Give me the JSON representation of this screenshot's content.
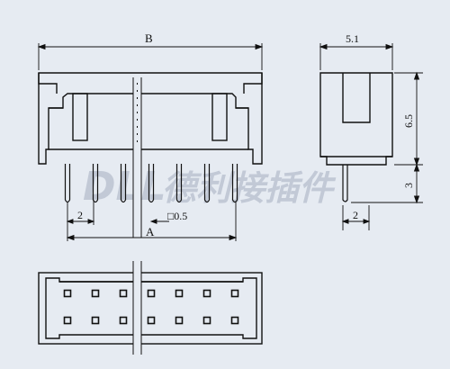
{
  "dimensions": {
    "B": "B",
    "A": "A",
    "width": "5.1",
    "height": "6.5",
    "pin_length": "3",
    "pitch_front": "2",
    "pitch_side": "2",
    "pin_square": "□0.5"
  },
  "watermark": {
    "latin": "DLL",
    "cjk": "德利接插件",
    "color": "#c2c9d6"
  },
  "bottom_view": {
    "rows": 2,
    "pins_per_row": 7
  },
  "colors": {
    "background": "#e6ebf2",
    "line": "#111111"
  }
}
